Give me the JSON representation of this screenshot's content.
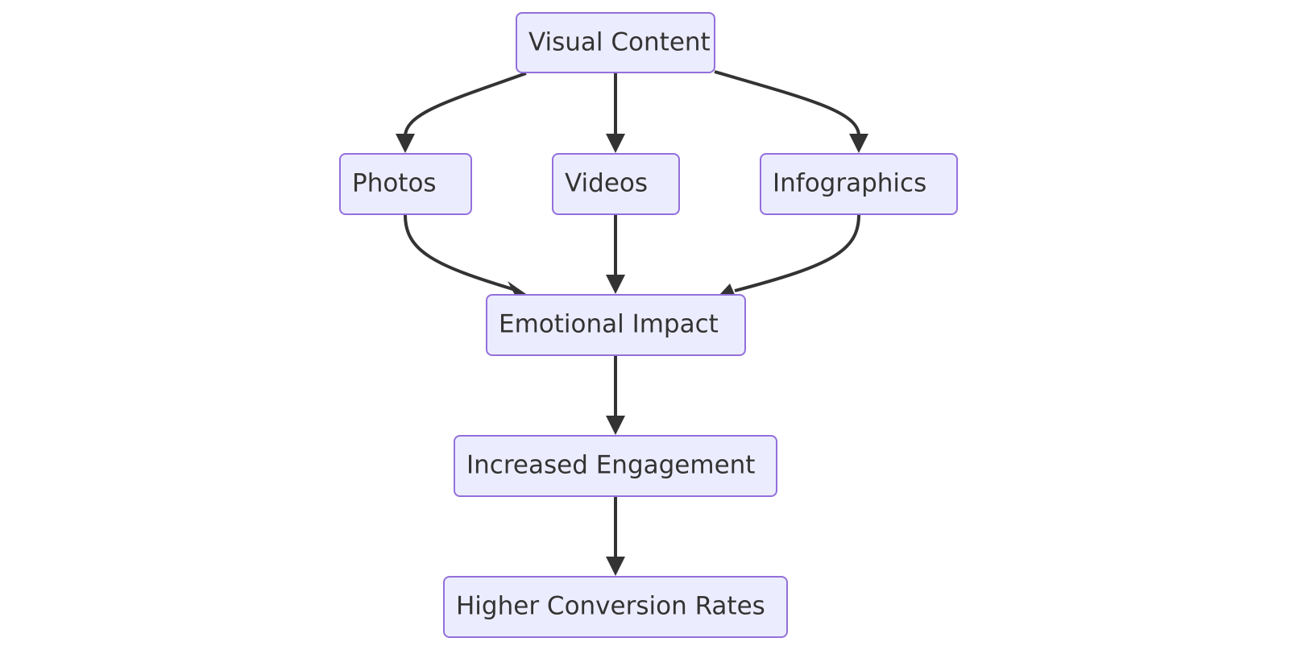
{
  "diagram": {
    "type": "flowchart",
    "direction": "top-down",
    "colors": {
      "node_fill": "#ececff",
      "node_border": "#9370db",
      "edge": "#333333",
      "text": "#333333",
      "background": "#ffffff"
    },
    "nodes": [
      {
        "id": "visual",
        "label": "Visual Content"
      },
      {
        "id": "photos",
        "label": "Photos"
      },
      {
        "id": "videos",
        "label": "Videos"
      },
      {
        "id": "infographics",
        "label": "Infographics"
      },
      {
        "id": "emotional",
        "label": "Emotional Impact"
      },
      {
        "id": "engagement",
        "label": "Increased Engagement"
      },
      {
        "id": "conversion",
        "label": "Higher Conversion Rates"
      }
    ],
    "edges": [
      {
        "from": "visual",
        "to": "photos"
      },
      {
        "from": "visual",
        "to": "videos"
      },
      {
        "from": "visual",
        "to": "infographics"
      },
      {
        "from": "photos",
        "to": "emotional"
      },
      {
        "from": "videos",
        "to": "emotional"
      },
      {
        "from": "infographics",
        "to": "emotional"
      },
      {
        "from": "emotional",
        "to": "engagement"
      },
      {
        "from": "engagement",
        "to": "conversion"
      }
    ]
  }
}
